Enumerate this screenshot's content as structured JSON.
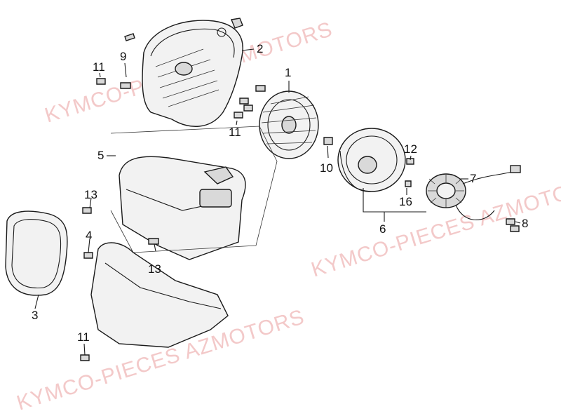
{
  "watermark": {
    "text_1": "KYMCO-PIECES AZMOTORS",
    "text_2": "KYMCO-PIECES AZMOTORS",
    "text_3": "KYMCO-PIECES AZMOTORS",
    "color": "#f3c9c9"
  },
  "callouts": {
    "n1": "1",
    "n2": "2",
    "n3": "3",
    "n4": "4",
    "n5": "5",
    "n6": "6",
    "n7": "7",
    "n8": "8",
    "n9": "9",
    "n10": "10",
    "n11a": "11",
    "n11b": "11",
    "n11c": "11",
    "n12": "12",
    "n13a": "13",
    "n13b": "13",
    "n16": "16"
  }
}
